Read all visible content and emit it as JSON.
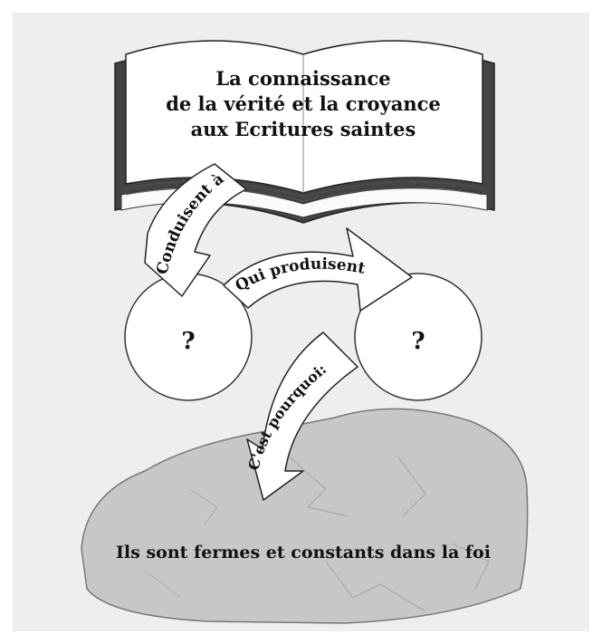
{
  "book": {
    "lines": [
      "La connaissance",
      "de la vérité et la croyance",
      "aux Ecritures saintes"
    ]
  },
  "arrows": {
    "leads_to": "Conduisent à",
    "produce": "Qui produisent",
    "therefore": "C'est pourquoi:"
  },
  "circles": {
    "left": "?",
    "right": "?"
  },
  "rock": {
    "label": "Ils sont fermes et constants dans la foi"
  }
}
